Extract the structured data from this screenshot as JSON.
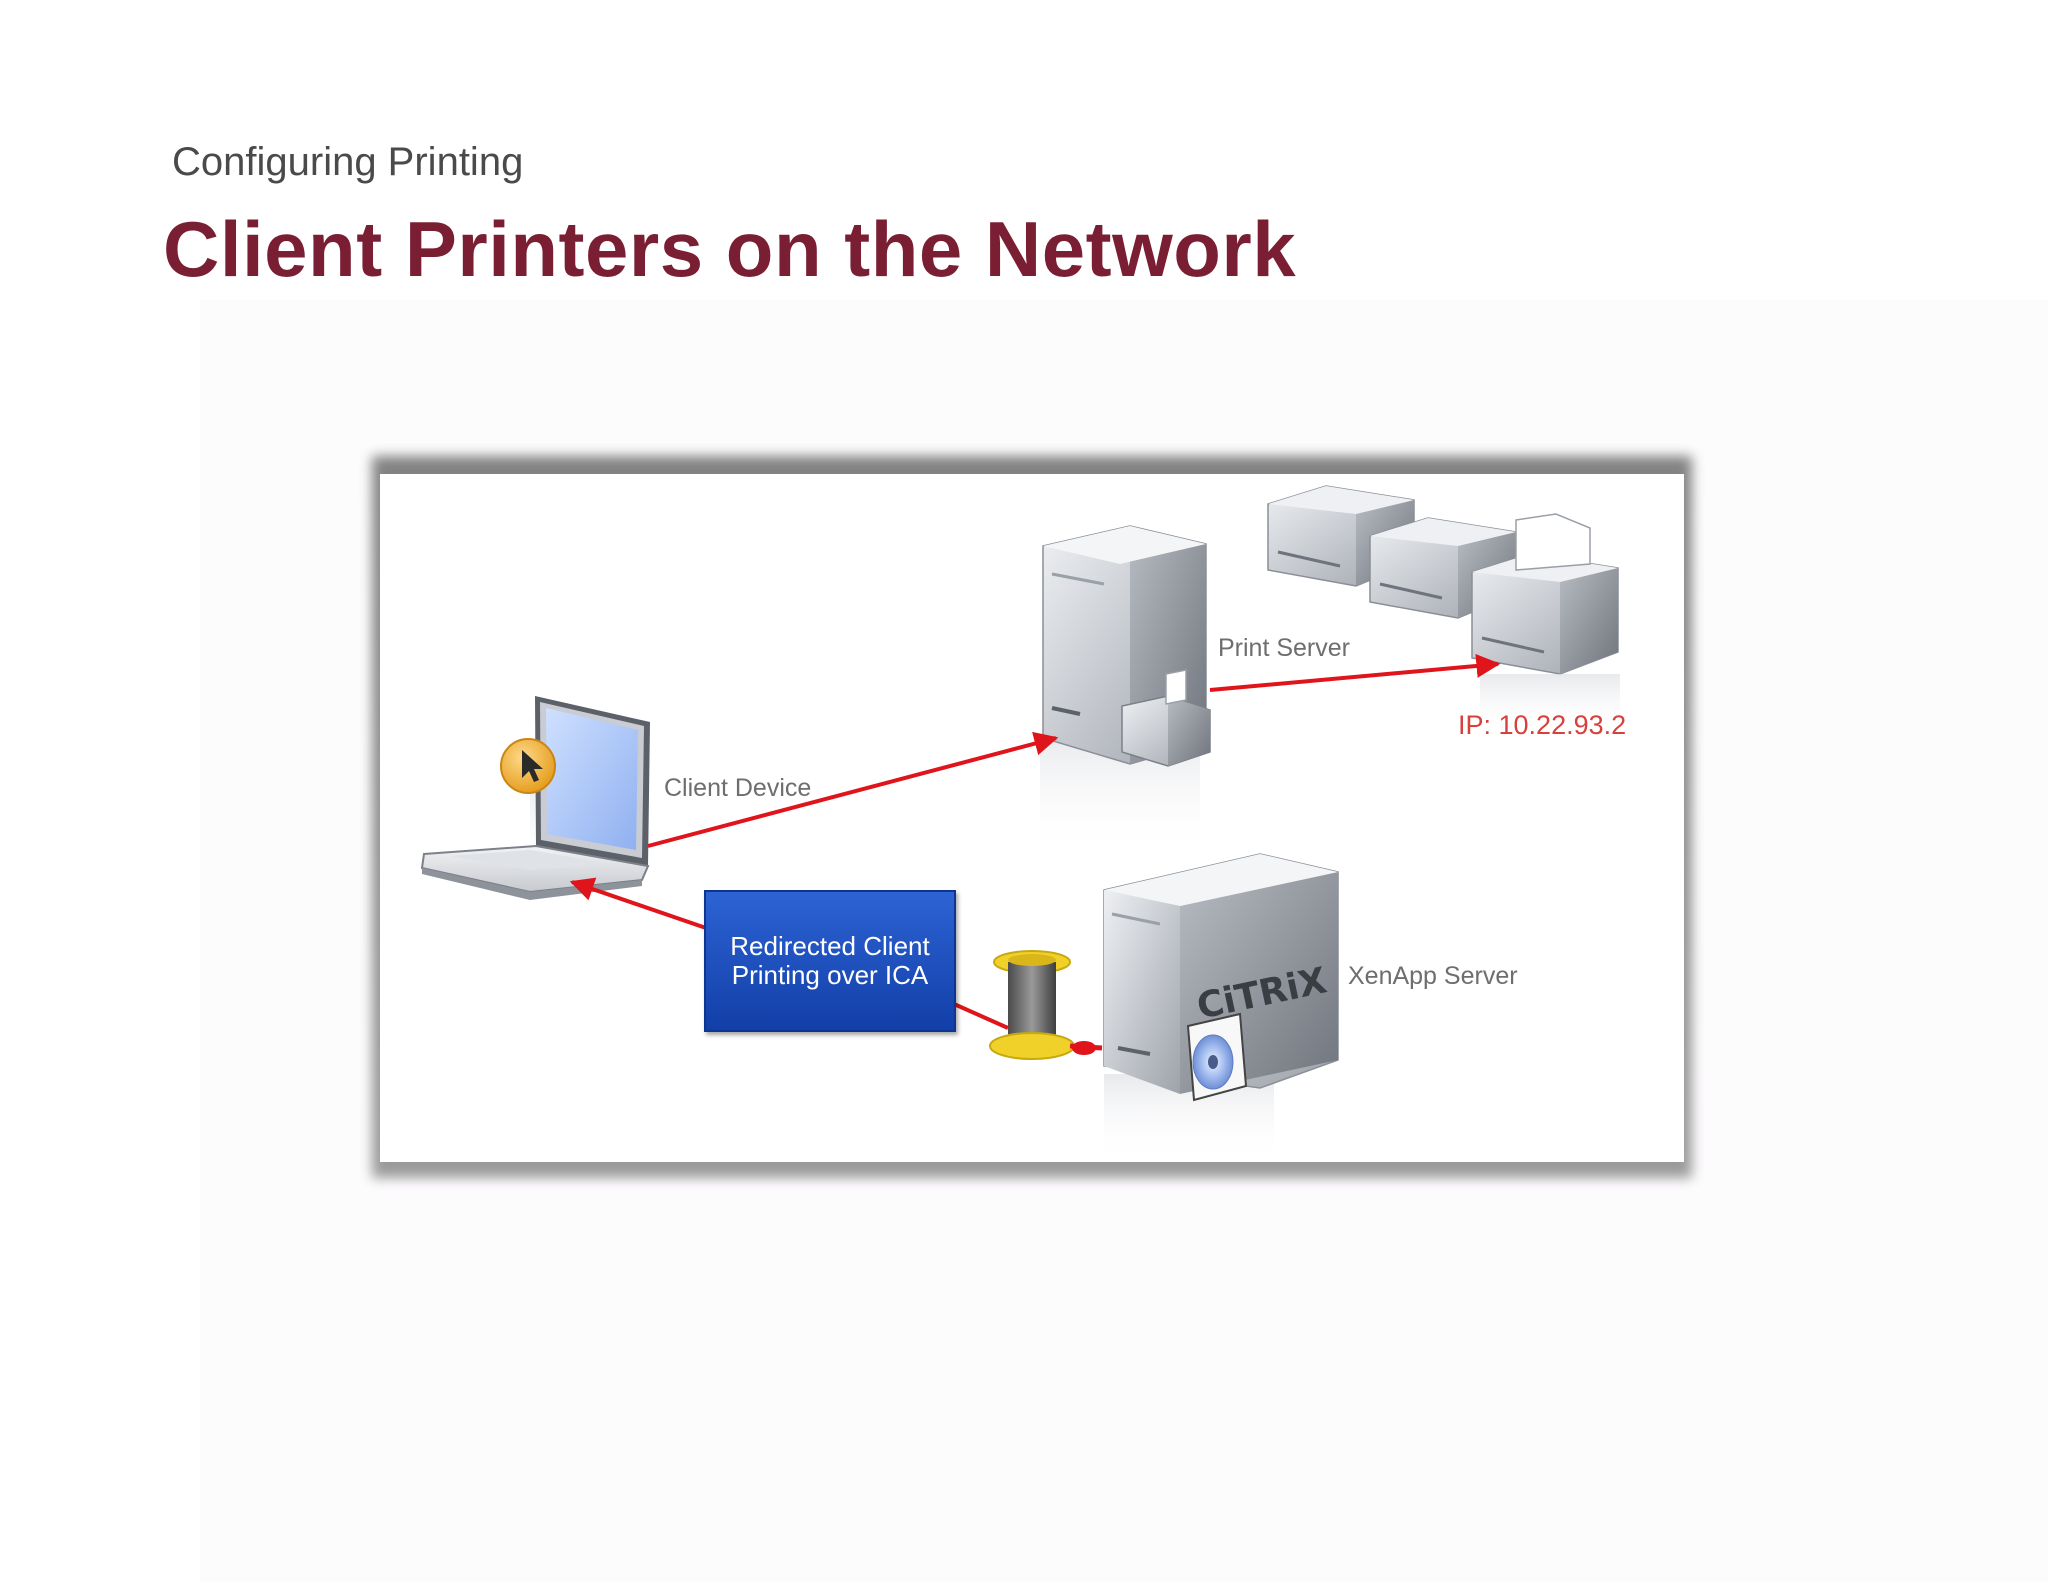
{
  "slide": {
    "subtitle": "Configuring Printing",
    "title": "Client Printers on the Network"
  },
  "diagram": {
    "nodes": {
      "client_device": "Client Device",
      "print_server": "Print Server",
      "printer_ip": "IP: 10.22.93.2",
      "xenapp_server": "XenApp Server",
      "citrix_logo": "CiTRiX"
    },
    "ica_box": {
      "line1": "Redirected Client",
      "line2": "Printing over ICA"
    },
    "colors": {
      "arrow": "#e0141b",
      "ica_box": "#1f4fc0",
      "title": "#7a1f33"
    },
    "icons": [
      "laptop-icon",
      "cursor-icon",
      "print-server-icon",
      "printer-icon",
      "spool-icon",
      "xenapp-server-icon",
      "disc-icon"
    ]
  }
}
